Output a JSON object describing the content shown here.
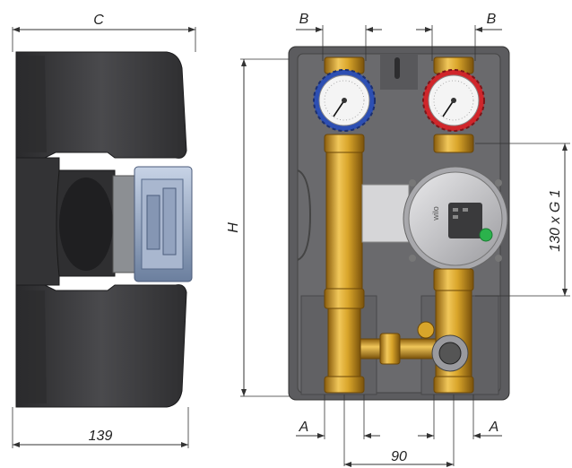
{
  "dimensions": {
    "depth_label": "C",
    "depth_value": "139",
    "height_label": "H",
    "top_offset_label": "B",
    "bottom_offset_label": "A",
    "spacing_value": "90",
    "pump_side_label": "130 x G 1"
  },
  "pump": {
    "brand": "wilo"
  },
  "colors": {
    "insulation": "#3a3a3c",
    "brass": "#d9a52a",
    "hot_accent": "#d0262b",
    "cold_accent": "#2d4fb3",
    "pump_green": "#2bb24c"
  }
}
